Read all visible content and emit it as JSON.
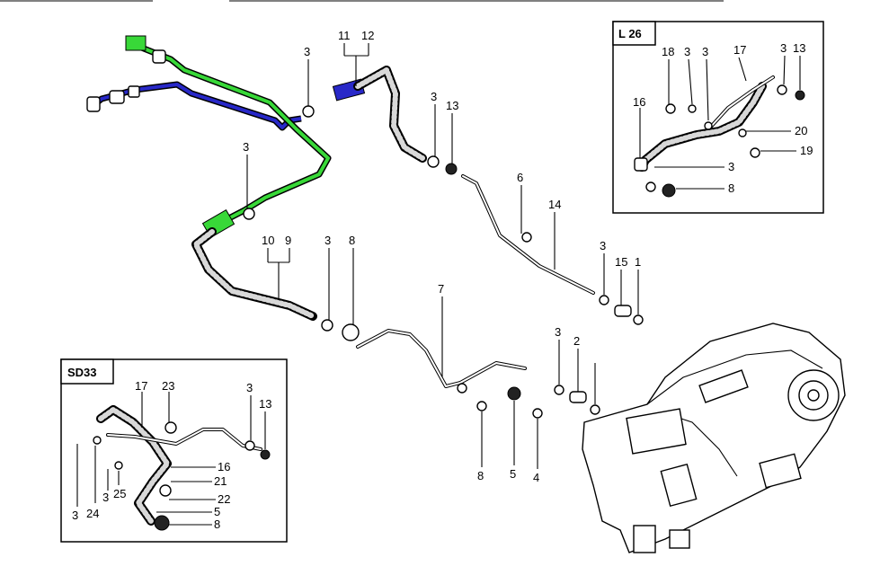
{
  "colors": {
    "highlight_green": "#38d838",
    "highlight_blue": "#2828c8",
    "line": "#000000",
    "background": "#ffffff"
  },
  "insets": {
    "l26": {
      "title": "L 26"
    },
    "sd33": {
      "title": "SD33"
    }
  },
  "labels": {
    "main": {
      "c1": "3",
      "c2": "11",
      "c3": "12",
      "c4": "3",
      "c5": "13",
      "c6": "3",
      "c7": "10",
      "c8": "9",
      "c9": "3",
      "c10": "8",
      "c11": "6",
      "c12": "14",
      "c13": "3",
      "c14": "15",
      "c15": "1",
      "c16": "7",
      "c17": "3",
      "c18": "2",
      "c19": "8",
      "c20": "5",
      "c21": "4"
    },
    "l26": {
      "a1": "18",
      "a2": "3",
      "a3": "3",
      "a4": "17",
      "a5": "3",
      "a6": "13",
      "a7": "16",
      "a8": "20",
      "a9": "19",
      "a10": "3",
      "a11": "8"
    },
    "sd33": {
      "b1": "17",
      "b2": "23",
      "b3": "3",
      "b4": "13",
      "b5": "16",
      "b6": "21",
      "b7": "22",
      "b8": "5",
      "b9": "8",
      "b10": "3",
      "b11": "24",
      "b12": "3",
      "b13": "25"
    }
  }
}
